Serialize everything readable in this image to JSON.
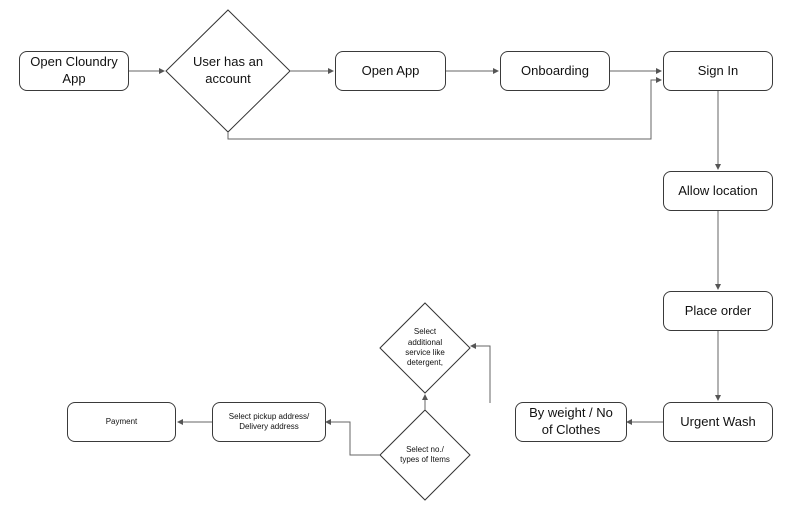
{
  "nodes": {
    "open_cloundry_app": "Open Cloundry App",
    "user_has_account": "User has an account",
    "open_app": "Open App",
    "onboarding": "Onboarding",
    "sign_in": "Sign In",
    "allow_location": "Allow location",
    "place_order": "Place order",
    "urgent_wash": "Urgent Wash",
    "by_weight": "By weight / No of Clothes",
    "select_additional": "Select additional service like detergent,",
    "select_items": "Select no./ types of Items",
    "select_address": "Select pickup address/ Delivery address",
    "payment": "Payment"
  }
}
